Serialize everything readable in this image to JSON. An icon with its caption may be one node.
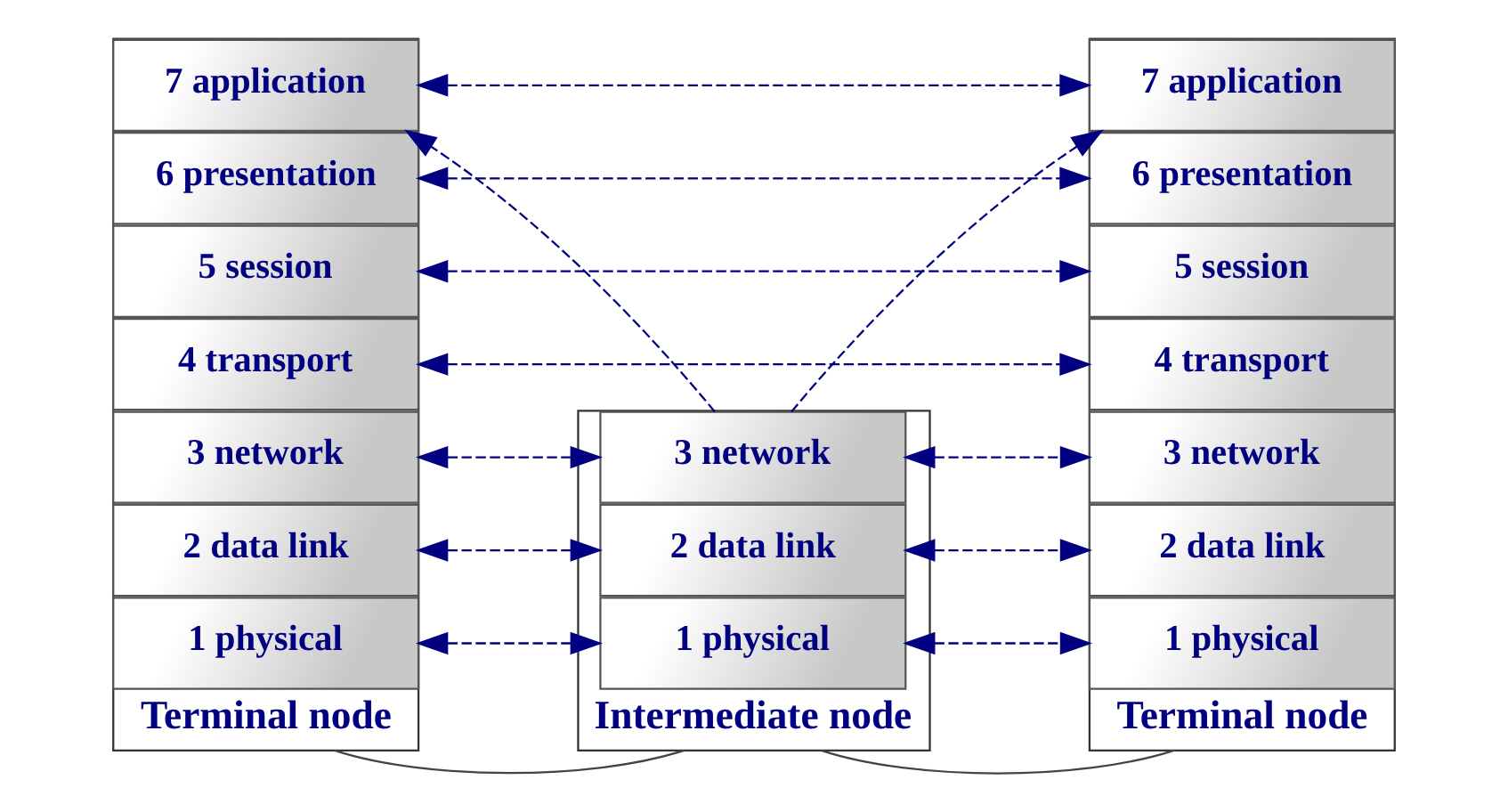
{
  "diagram": {
    "nodes": [
      {
        "text": [
          "Terminal node"
        ]
      },
      {
        "text": [
          "7 application"
        ],
        "in": 0
      },
      {
        "text": [
          "6 presentation"
        ],
        "in": 0
      },
      {
        "text": [
          "5 session"
        ],
        "in": 0
      },
      {
        "text": [
          "4 transport"
        ],
        "in": 0
      },
      {
        "text": [
          "3 network"
        ],
        "in": 0
      },
      {
        "text": [
          "2 data link"
        ],
        "in": 0
      },
      {
        "text": [
          "1 physical"
        ],
        "in": 0
      },
      {
        "text": [
          "Intermediate node"
        ]
      },
      {
        "text": [
          "3 network"
        ],
        "in": 8
      },
      {
        "text": [
          "2 data link"
        ],
        "in": 8
      },
      {
        "text": [
          "1 physical"
        ],
        "in": 8
      },
      {
        "text": [
          "Terminal node"
        ]
      },
      {
        "text": [
          "7 application"
        ],
        "in": 12
      },
      {
        "text": [
          "6 presentation"
        ],
        "in": 12
      },
      {
        "text": [
          "5 session"
        ],
        "in": 12
      },
      {
        "text": [
          "4 transport"
        ],
        "in": 12
      },
      {
        "text": [
          "3 network"
        ],
        "in": 12
      },
      {
        "text": [
          "2 data link"
        ],
        "in": 12
      },
      {
        "text": [
          "1 physical"
        ],
        "in": 12
      }
    ],
    "edges": [
      {
        "from": 1,
        "to": 13,
        "arrow": "both",
        "style": "dashed"
      },
      {
        "from": 2,
        "to": 14,
        "arrow": "both",
        "style": "dashed"
      },
      {
        "from": 3,
        "to": 15,
        "arrow": "both",
        "style": "dashed"
      },
      {
        "from": 4,
        "to": 16,
        "arrow": "both",
        "style": "dashed"
      },
      {
        "from": 5,
        "to": 9,
        "arrow": "both",
        "style": "dashed"
      },
      {
        "from": 6,
        "to": 10,
        "arrow": "both",
        "style": "dashed"
      },
      {
        "from": 7,
        "to": 11,
        "arrow": "both",
        "style": "dashed"
      },
      {
        "from": 9,
        "to": 17,
        "arrow": "both",
        "style": "dashed"
      },
      {
        "from": 10,
        "to": 18,
        "arrow": "both",
        "style": "dashed"
      },
      {
        "from": 11,
        "to": 19,
        "arrow": "both",
        "style": "dashed"
      },
      {
        "from": 0,
        "to": 8,
        "arrow": "none",
        "color": "#444444"
      },
      {
        "from": 8,
        "to": 12,
        "arrow": "none",
        "color": "#444444"
      },
      {
        "from": 9,
        "to": 1,
        "arrow": "to",
        "style": "dashed"
      },
      {
        "from": 9,
        "to": 13,
        "arrow": "to",
        "style": "dashed"
      }
    ]
  }
}
